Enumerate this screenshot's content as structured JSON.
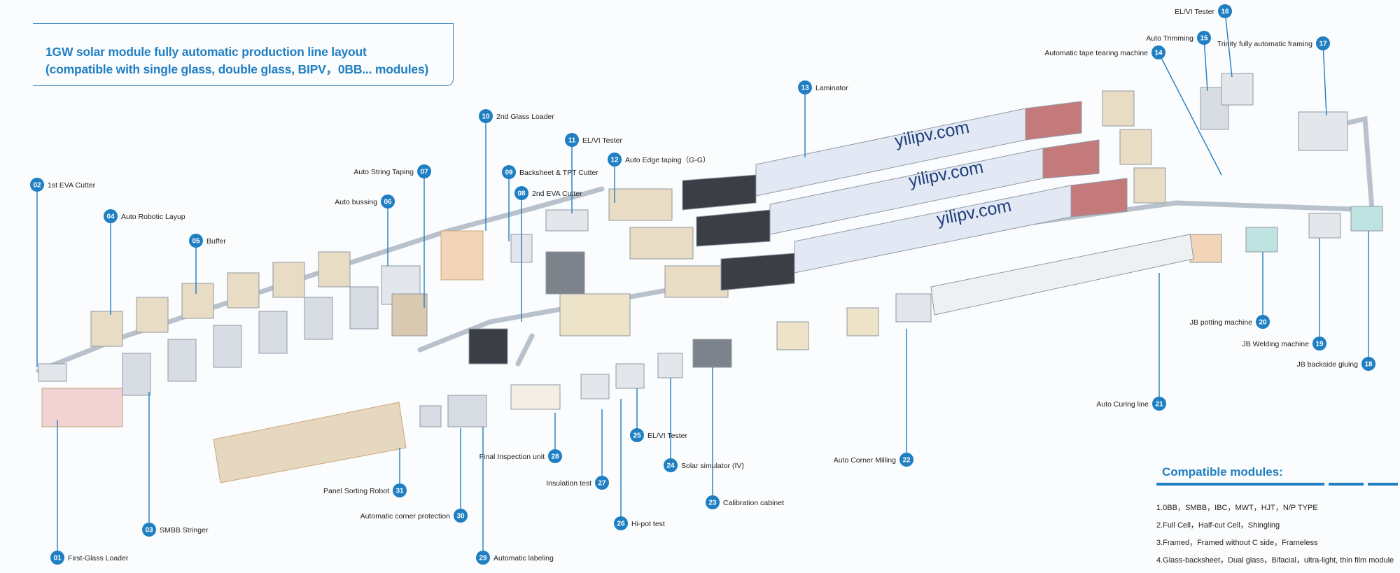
{
  "title": {
    "line1": "1GW solar module fully automatic production line layout",
    "line2": "(compatible with single glass, double glass, BIPV，0BB... modules)"
  },
  "colors": {
    "accent": "#1f7fc2",
    "machine": "#d8dde3",
    "laminator": "#e3e9f4",
    "dark": "#3b3f45",
    "frame": "#c9a77a"
  },
  "brand": "yilipv.com",
  "callouts": [
    {
      "num": "01",
      "label": "First-Glass Loader"
    },
    {
      "num": "02",
      "label": "1st EVA Cutter"
    },
    {
      "num": "03",
      "label": "SMBB Stringer"
    },
    {
      "num": "04",
      "label": "Auto Robotic Layup"
    },
    {
      "num": "05",
      "label": "Buffer"
    },
    {
      "num": "06",
      "label": "Auto bussing"
    },
    {
      "num": "07",
      "label": "Auto String Taping"
    },
    {
      "num": "08",
      "label": "2nd EVA Cutter"
    },
    {
      "num": "09",
      "label": "Backsheet & TPT Cutter"
    },
    {
      "num": "10",
      "label": "2nd Glass Loader"
    },
    {
      "num": "11",
      "label": "EL/VI Tester"
    },
    {
      "num": "12",
      "label": "Auto Edge taping（G-G）"
    },
    {
      "num": "13",
      "label": "Laminator"
    },
    {
      "num": "14",
      "label": "Automatic tape tearing machine"
    },
    {
      "num": "15",
      "label": "Auto Trimming"
    },
    {
      "num": "16",
      "label": "EL/VI Tester"
    },
    {
      "num": "17",
      "label": "Trinity fully automatic framing"
    },
    {
      "num": "18",
      "label": "JB backside gluing"
    },
    {
      "num": "19",
      "label": "JB Welding machine"
    },
    {
      "num": "20",
      "label": "JB potting machine"
    },
    {
      "num": "21",
      "label": "Auto Curing line"
    },
    {
      "num": "22",
      "label": "Auto Corner Milling"
    },
    {
      "num": "23",
      "label": "Calibration cabinet"
    },
    {
      "num": "24",
      "label": "Solar simulator (IV)"
    },
    {
      "num": "25",
      "label": "EL/VI Tester"
    },
    {
      "num": "26",
      "label": "Hi-pot test"
    },
    {
      "num": "27",
      "label": "Insulation test"
    },
    {
      "num": "28",
      "label": "Final Inspection unit"
    },
    {
      "num": "29",
      "label": "Automatic labeling"
    },
    {
      "num": "30",
      "label": "Automatic corner protection"
    },
    {
      "num": "31",
      "label": "Panel Sorting Robot"
    }
  ],
  "compatible": {
    "heading": "Compatible modules:",
    "items": [
      "1.0BB，SMBB，IBC，MWT，HJT，N/P TYPE",
      "2.Full Cell，Half-cut Cell，Shingling",
      "3.Framed，Framed without C side，Frameless",
      "4.Glass-backsheet，Dual glass，Bifacial，ultra-light, thin film module"
    ]
  }
}
